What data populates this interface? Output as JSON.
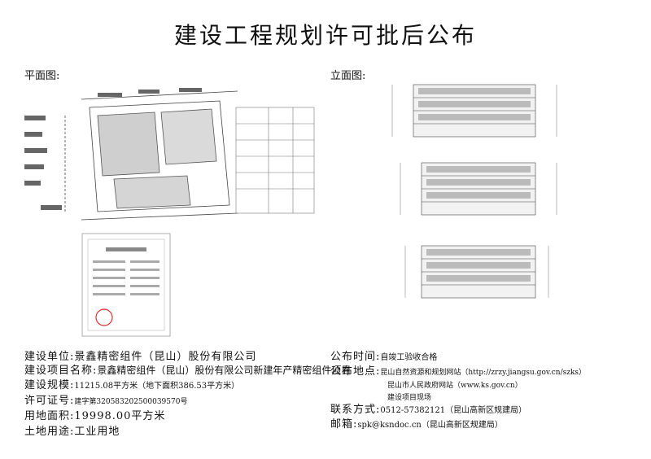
{
  "title": "建设工程规划许可批后公布",
  "plan_label": "平面图:",
  "elevation_label": "立面图:",
  "left_info": {
    "unit_key": "建设单位:",
    "unit_val": "景鑫精密组件（昆山）股份有限公司",
    "project_key": "建设项目名称:",
    "project_val": "景鑫精密组件（昆山）股份有限公司新建年产精密组件项目",
    "scale_key": "建设规模:",
    "scale_val": "11215.08平方米（地下面积386.53平方米）",
    "permit_key": "许可证号:",
    "permit_val": "建字第320583202500039570号",
    "area_key": "用地面积:",
    "area_val": "19998.00平方米",
    "use_key": "土地用途:",
    "use_val": "工业用地"
  },
  "right_info": {
    "time_key": "公布时间:",
    "time_val": "自竣工验收合格",
    "place_key": "公布地点:",
    "place_val1": "昆山自然资源和规划网站（http://zrzy.jiangsu.gov.cn/szks）",
    "place_val2": "昆山市人民政府网站（www.ks.gov.cn）",
    "place_val3": "建设项目现场",
    "contact_key": "联系方式:",
    "contact_val": "0512-57382121（昆山高新区规建局）",
    "email_key": "邮箱:",
    "email_val": "spk@ksndoc.cn（昆山高新区规建局）"
  }
}
